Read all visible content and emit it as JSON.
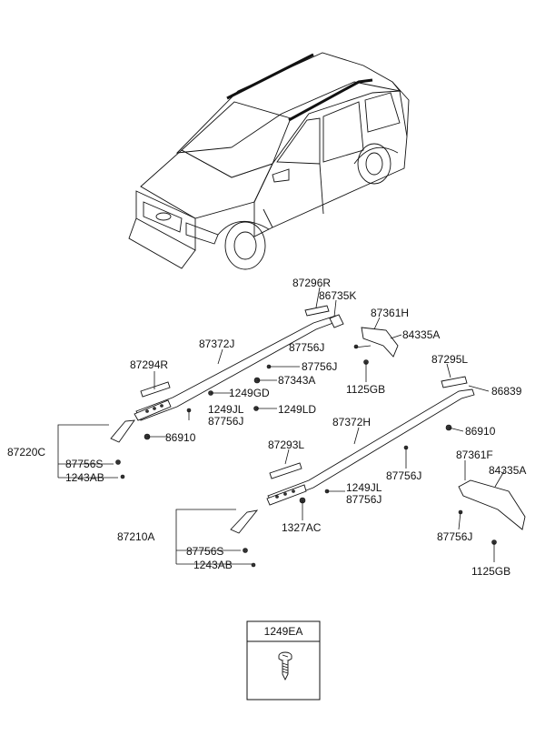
{
  "labels": {
    "p87296R": "87296R",
    "p86735K": "86735K",
    "p87361H": "87361H",
    "p84335A_top": "84335A",
    "p87372J": "87372J",
    "p87756J_a": "87756J",
    "p87756J_b": "87756J",
    "p87294R": "87294R",
    "p87343A": "87343A",
    "p1249GD": "1249GD",
    "p1125GB_top": "1125GB",
    "p87295L": "87295L",
    "p86839": "86839",
    "p1249JL_a": "1249JL",
    "p1249LD": "1249LD",
    "p87756J_c": "87756J",
    "p87372H": "87372H",
    "p86910_right": "86910",
    "p87220C": "87220C",
    "p86910_left": "86910",
    "p87293L": "87293L",
    "p87756S_a": "87756S",
    "p1243AB_a": "1243AB",
    "p87756J_d": "87756J",
    "p87361F": "87361F",
    "p84335A_right": "84335A",
    "p1249JL_b": "1249JL",
    "p87756J_e": "87756J",
    "p1327AC": "1327AC",
    "p87210A": "87210A",
    "p87756J_f": "87756J",
    "p87756S_b": "87756S",
    "p1243AB_b": "1243AB",
    "p1125GB_right": "1125GB"
  },
  "inset": {
    "title": "1249EA"
  },
  "icons": {
    "vehicle": "suv-illustration-icon",
    "screw": "screw-icon"
  }
}
